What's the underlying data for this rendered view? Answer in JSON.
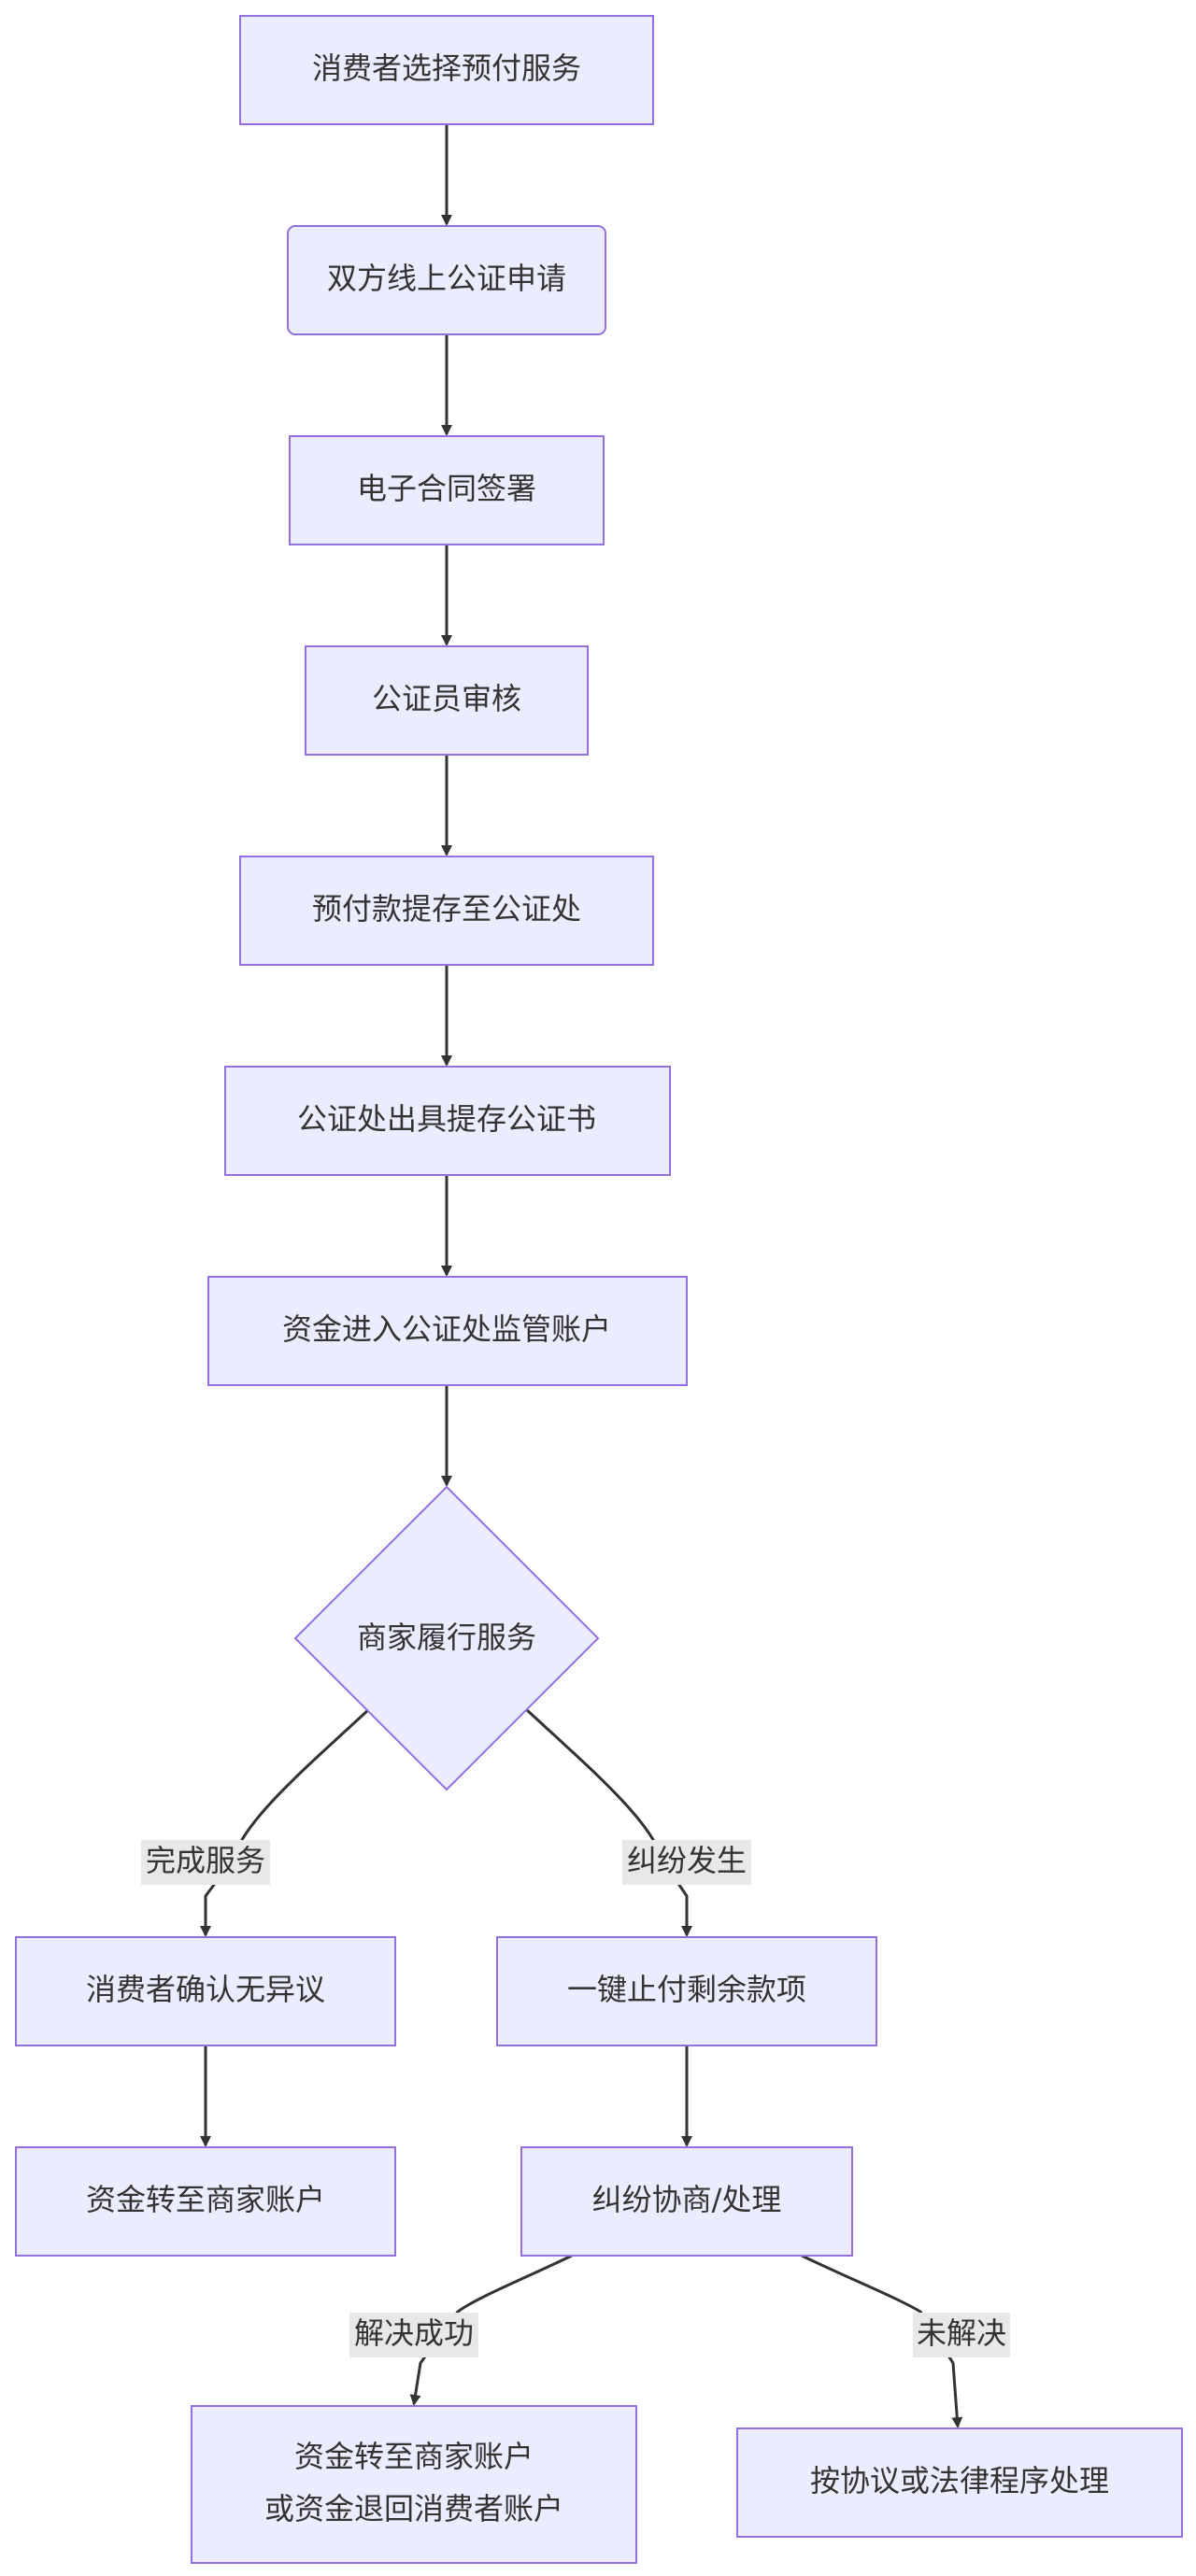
{
  "nodes": {
    "n1": "消费者选择预付服务",
    "n2": "双方线上公证申请",
    "n3": "电子合同签署",
    "n4": "公证员审核",
    "n5": "预付款提存至公证处",
    "n6": "公证处出具提存公证书",
    "n7": "资金进入公证处监管账户",
    "n8": "商家履行服务",
    "n9": "消费者确认无异议",
    "n10": "一键止付剩余款项",
    "n11": "资金转至商家账户",
    "n12": "纠纷协商/处理",
    "n13": [
      "资金转至商家账户",
      "或资金退回消费者账户"
    ],
    "n14": "按协议或法律程序处理"
  },
  "edge_labels": {
    "complete": "完成服务",
    "dispute": "纠纷发生",
    "resolved": "解决成功",
    "unresolved": "未解决"
  },
  "colors": {
    "node_fill": "#ececff",
    "node_stroke": "#9370db",
    "edge": "#333333",
    "label_bg": "#e8e8e8"
  }
}
